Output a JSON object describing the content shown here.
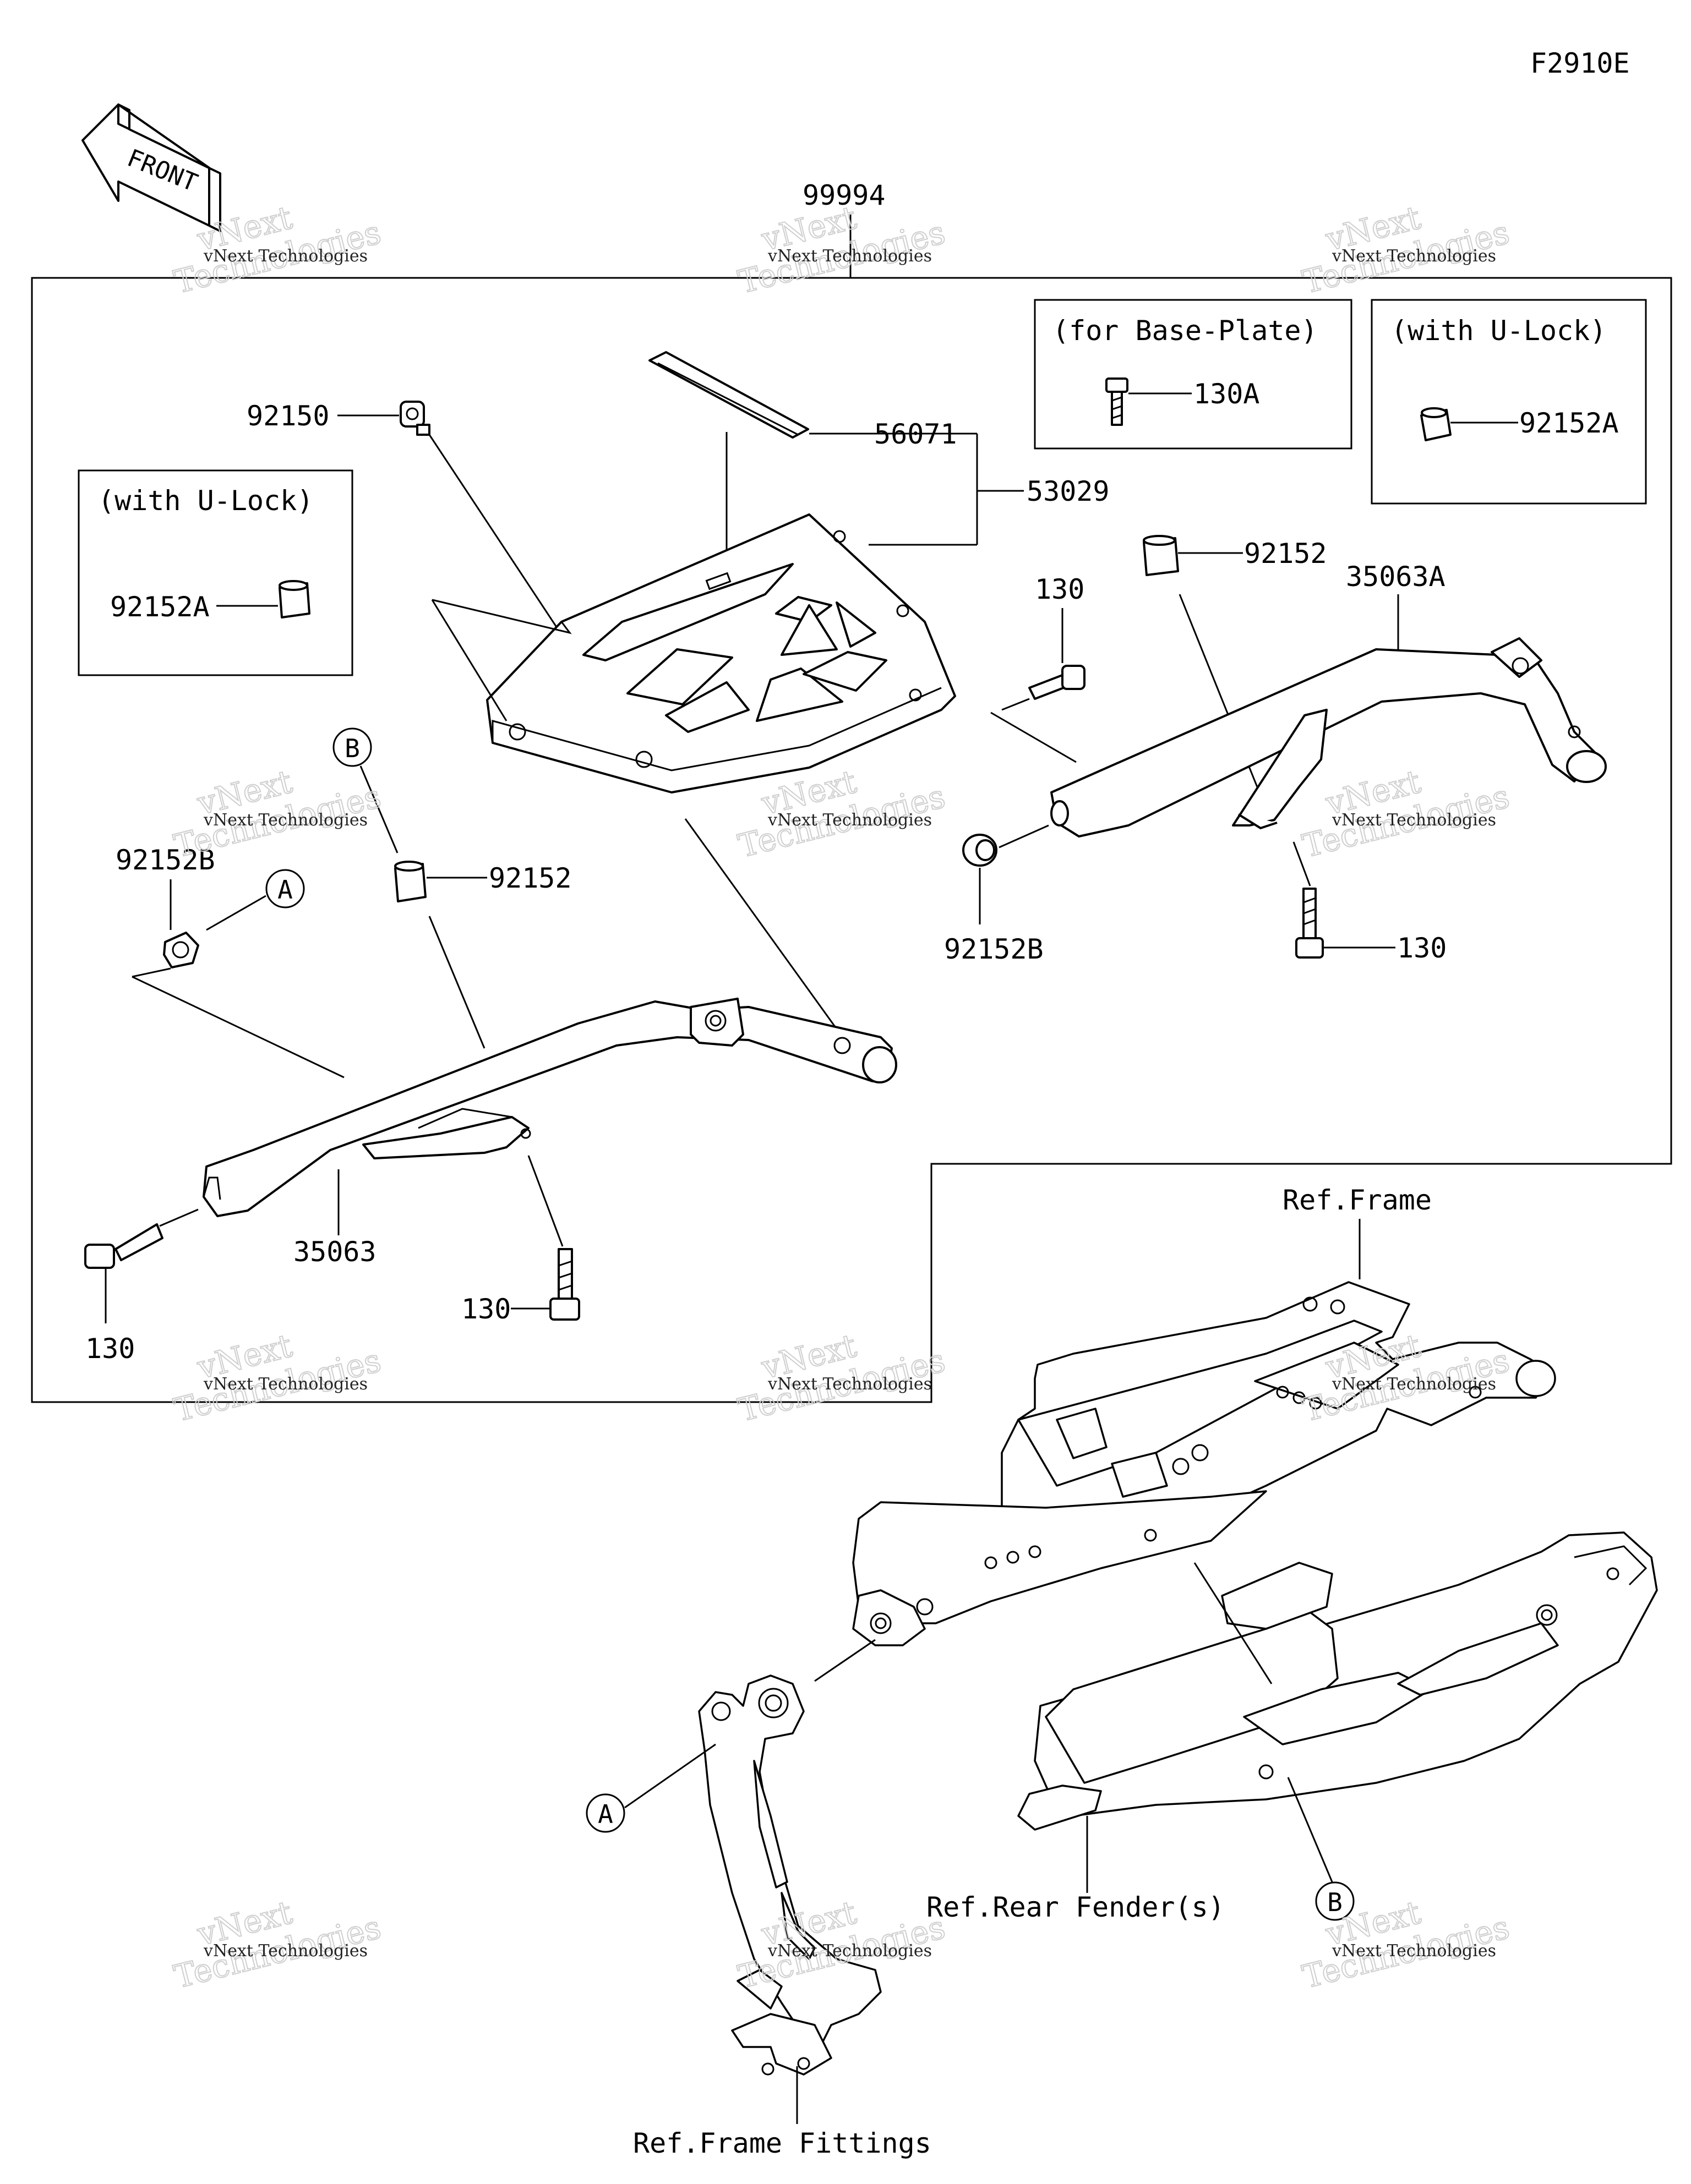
{
  "diagram_code": "F2910E",
  "front_label": "FRONT",
  "group_number": "99994",
  "boxes": {
    "base_plate_note": "(for Base-Plate)",
    "u_lock_note_right": "(with U-Lock)",
    "u_lock_note_left": "(with U-Lock)"
  },
  "parts": {
    "p92150": "92150",
    "p56071": "56071",
    "p53029": "53029",
    "p130A": "130A",
    "p92152A_right": "92152A",
    "p92152A_left": "92152A",
    "p92152_right": "92152",
    "p35063A": "35063A",
    "p130_upper_right": "130",
    "p92152B_right": "92152B",
    "p130_right_lower": "130",
    "p92152B_left": "92152B",
    "p92152_left": "92152",
    "p35063": "35063",
    "p130_left_mid": "130",
    "p130_left_bottom": "130"
  },
  "callouts": {
    "a": "A",
    "b": "B"
  },
  "references": {
    "frame": "Ref.Frame",
    "rear_fender": "Ref.Rear Fender(s)",
    "frame_fittings": "Ref.Frame Fittings"
  },
  "watermark": {
    "line1": "vNext Technologies",
    "line2": "vNext",
    "line3": "Technologies"
  },
  "colors": {
    "ink": "#000000",
    "background": "#ffffff",
    "watermark": "#cfcfcf"
  }
}
